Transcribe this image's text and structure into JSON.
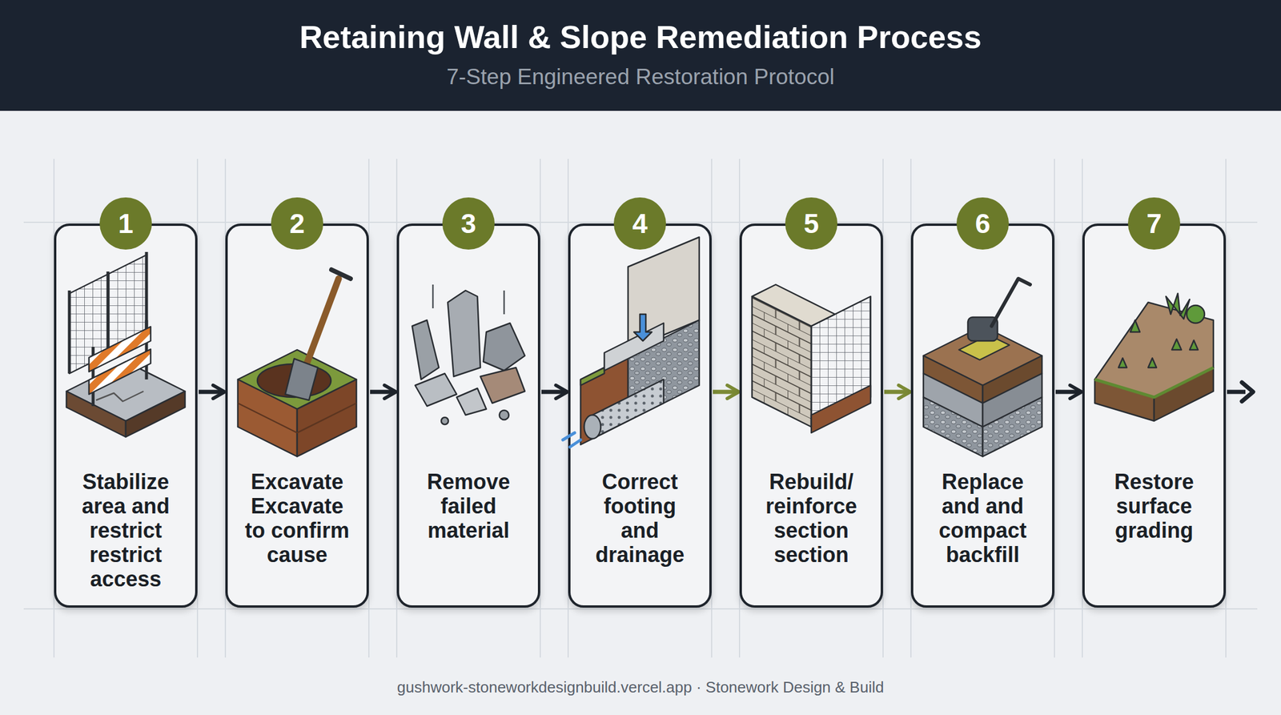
{
  "diagram": {
    "title": "Retaining Wall & Slope Remediation Process",
    "caption": "gushwork-stoneworkdesignbuild.vercel.app · Stonework Design & Build",
    "nodes": [
      {
        "text": [
          "Stabilize area and restrict restrict access"
        ]
      },
      {
        "text": [
          "1"
        ],
        "in": 0
      },
      {
        "text": [
          "Excavate Excavate to confirm cause"
        ]
      },
      {
        "text": [
          "2"
        ],
        "in": 2
      },
      {
        "text": [
          "Remove failed material"
        ]
      },
      {
        "text": [
          "3"
        ],
        "in": 4
      },
      {
        "text": [
          "Correct footing and drainage"
        ]
      },
      {
        "text": [
          "4"
        ],
        "in": 6
      },
      {
        "text": [
          "Rebuild/ reinforce section section"
        ]
      },
      {
        "text": [
          "5"
        ],
        "in": 8
      },
      {
        "text": [
          "Replace and and compact backfill"
        ]
      },
      {
        "text": [
          "6"
        ],
        "in": 10
      },
      {
        "text": [
          "Restore surface grading"
        ]
      },
      {
        "text": [
          "7"
        ],
        "in": 12
      }
    ],
    "edges": [
      {
        "from": 0,
        "to": 2,
        "arrow": "to"
      },
      {
        "from": 2,
        "to": 4,
        "arrow": "to"
      },
      {
        "from": 4,
        "to": 6,
        "arrow": "to"
      },
      {
        "from": 6,
        "to": 8,
        "arrow": "to"
      },
      {
        "from": 8,
        "to": 10,
        "arrow": "to"
      },
      {
        "from": 10,
        "to": 12,
        "arrow": "to"
      }
    ],
    "labels": [
      "7-Step Engineered Restoration Protocol"
    ]
  }
}
